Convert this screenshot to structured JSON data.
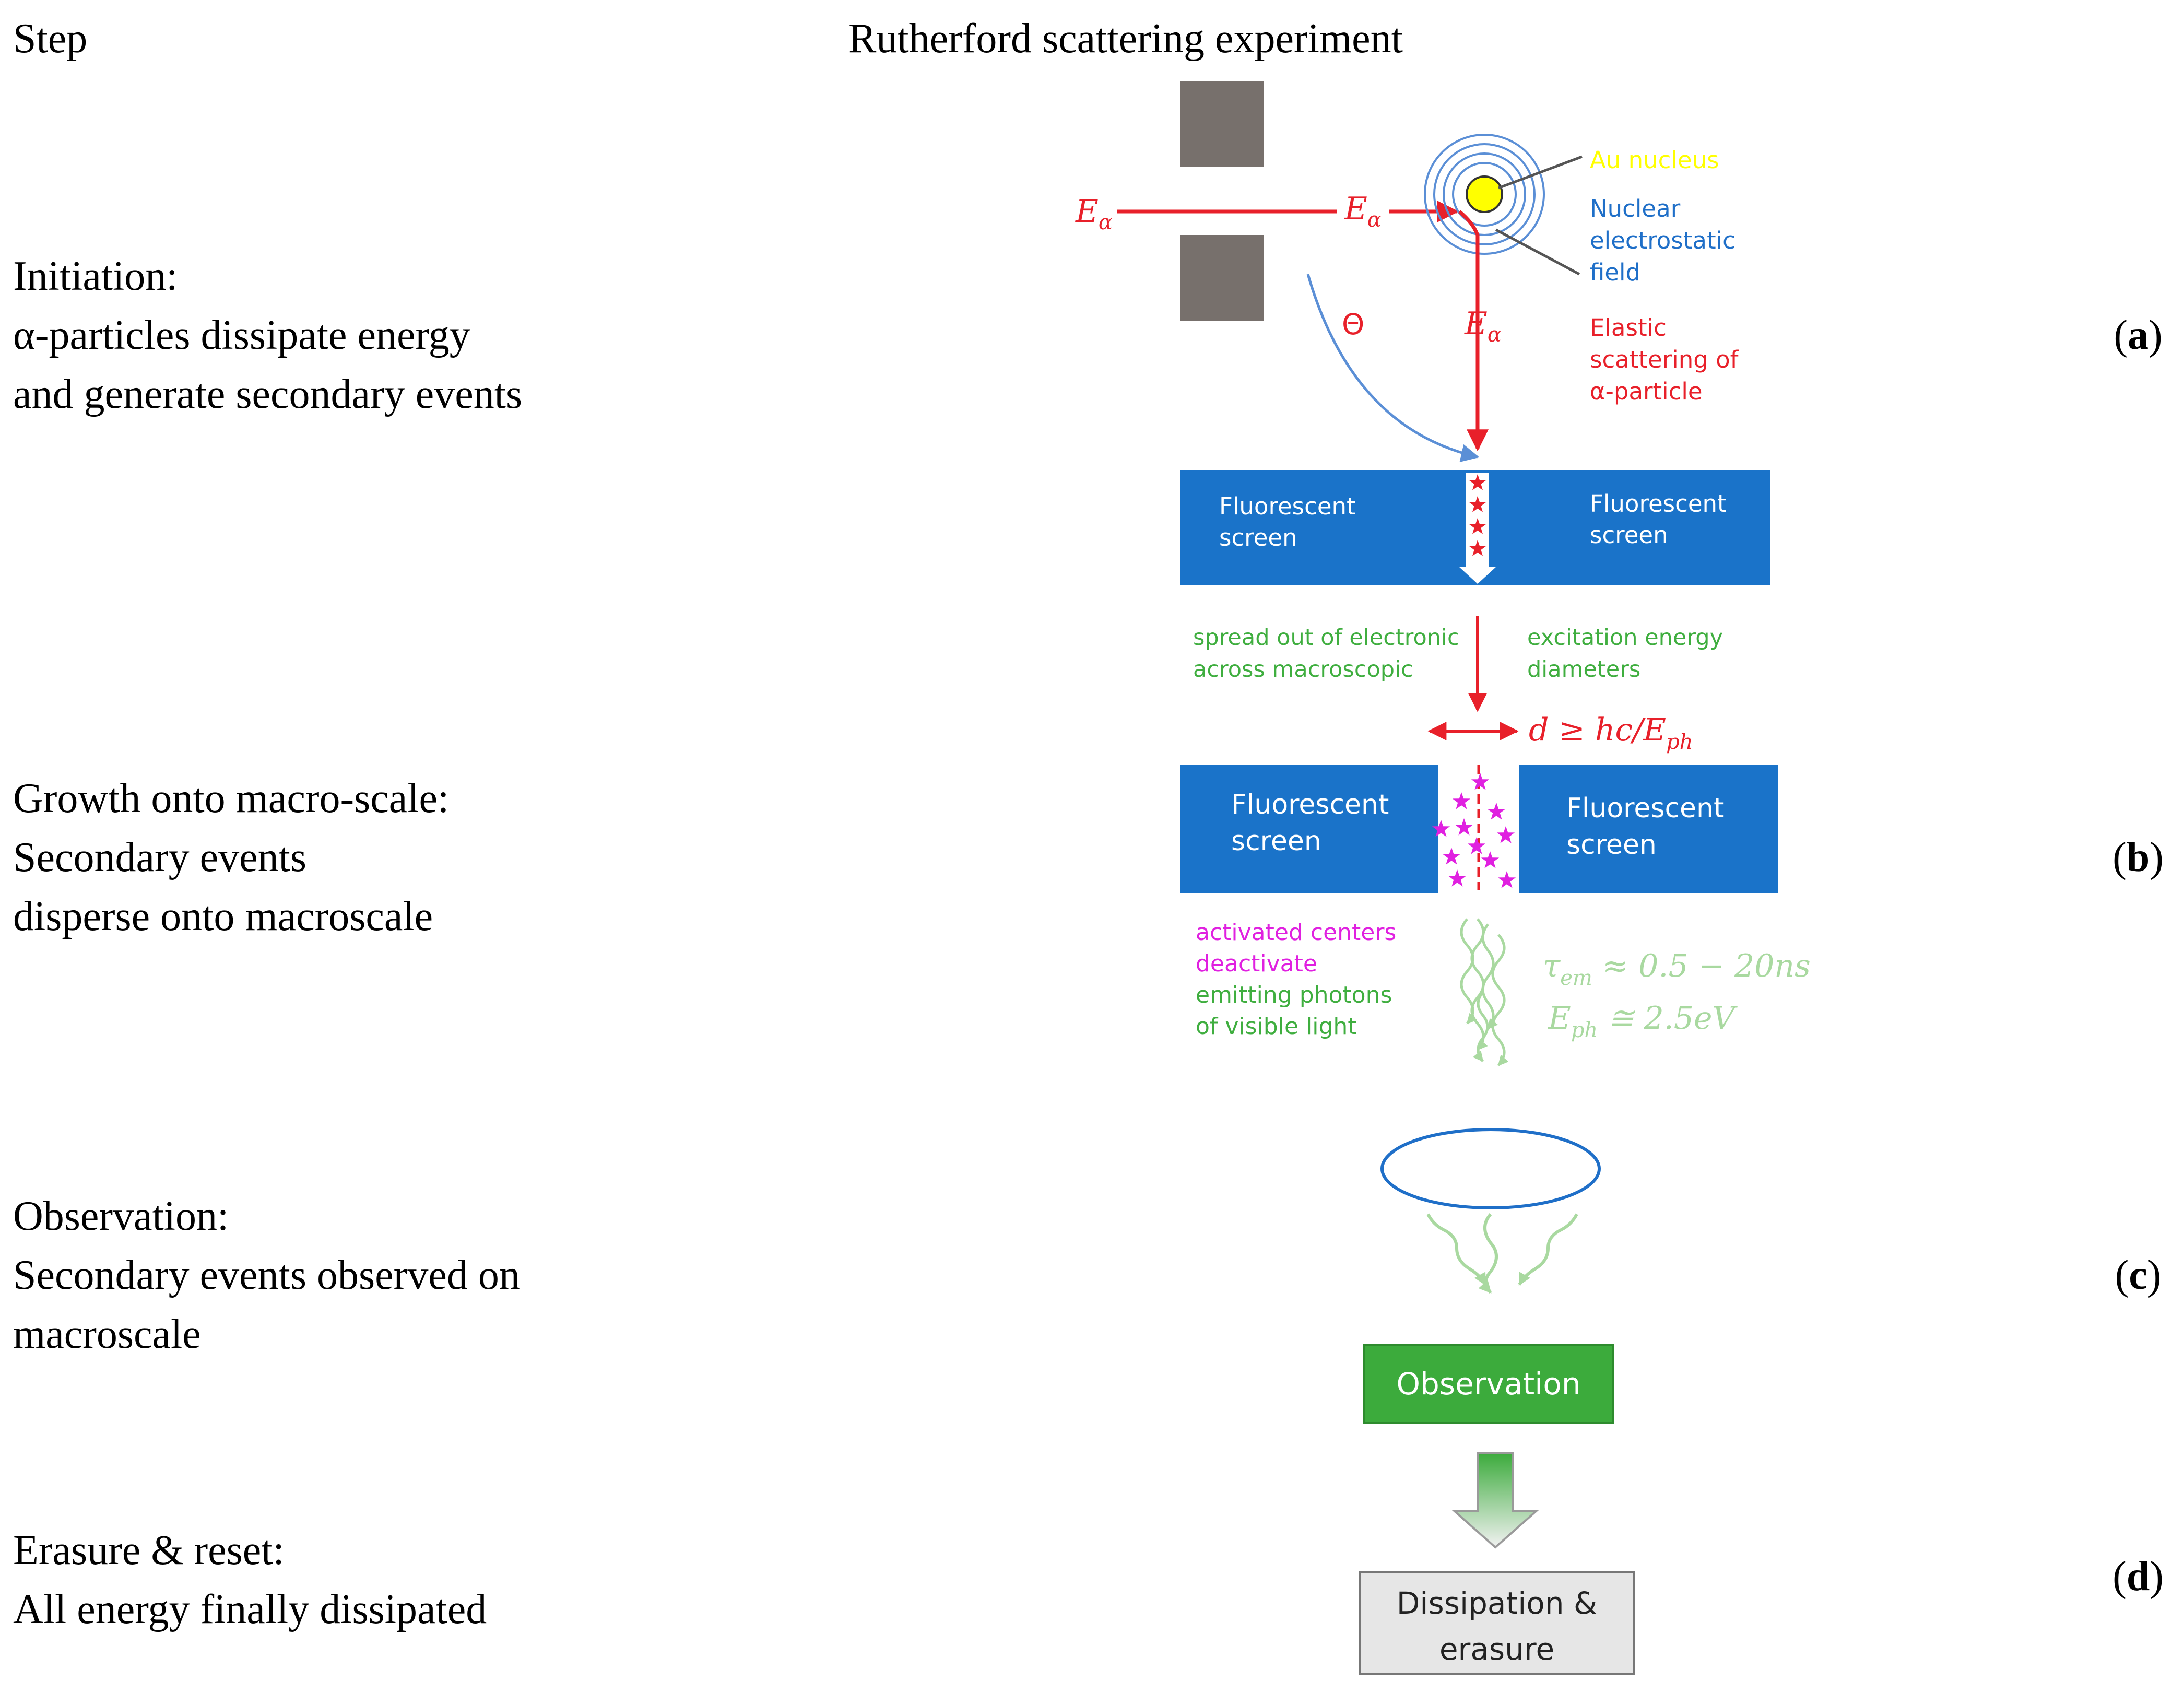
{
  "header": {
    "step_label": "Step",
    "title": "Rutherford scattering experiment"
  },
  "steps": [
    {
      "lines": [
        "Initiation:",
        "α-particles dissipate energy",
        "and generate secondary events"
      ],
      "tag": "a"
    },
    {
      "lines": [
        "Growth onto macro-scale:",
        "Secondary events",
        "disperse onto macroscale"
      ],
      "tag": "b"
    },
    {
      "lines": [
        "Observation:",
        "Secondary events observed on",
        "macroscale"
      ],
      "tag": "c"
    },
    {
      "lines": [
        "Erasure & reset:",
        "All energy finally dissipated"
      ],
      "tag": "d"
    }
  ],
  "panel_a": {
    "beam_label": "E",
    "beam_sub": "α",
    "angle_label": "Θ",
    "nucleus_label": "Au nucleus",
    "field_label": [
      "Nuclear",
      "electrostatic",
      "field"
    ],
    "scatter_label": [
      "Elastic",
      "scattering of",
      "α-particle"
    ]
  },
  "screens": {
    "fluorescent": [
      "Fluorescent",
      "screen"
    ]
  },
  "transfer": {
    "left": [
      "spread out of electronic",
      "across macroscopic"
    ],
    "right": [
      "excitation energy",
      "diameters"
    ],
    "diameter": "d  ≥ hc/E",
    "diameter_sub": "ph"
  },
  "emission": {
    "magenta": [
      "activated centers",
      "deactivate"
    ],
    "green": [
      "emitting photons",
      "of visible light"
    ],
    "tau": "τ",
    "tau_sub": "em",
    "tau_value": " ≈ 0.5 − 20ns",
    "eph": "E",
    "eph_sub": "ph",
    "eph_value": " ≅ 2.5eV"
  },
  "observation_box": "Observation",
  "dissipation_box": [
    "Dissipation &",
    "erasure"
  ],
  "colors": {
    "red": "#e8202a",
    "blue": "#1f6fc8",
    "screen_blue": "#1a73c9",
    "green_text": "#3fae3f",
    "light_green": "#a9d9a0",
    "magenta": "#e020e0",
    "yellow": "#ffff00",
    "slit_gray": "#77706c",
    "obs_green": "#3cab3c",
    "box_gray": "#e6e6e6"
  }
}
